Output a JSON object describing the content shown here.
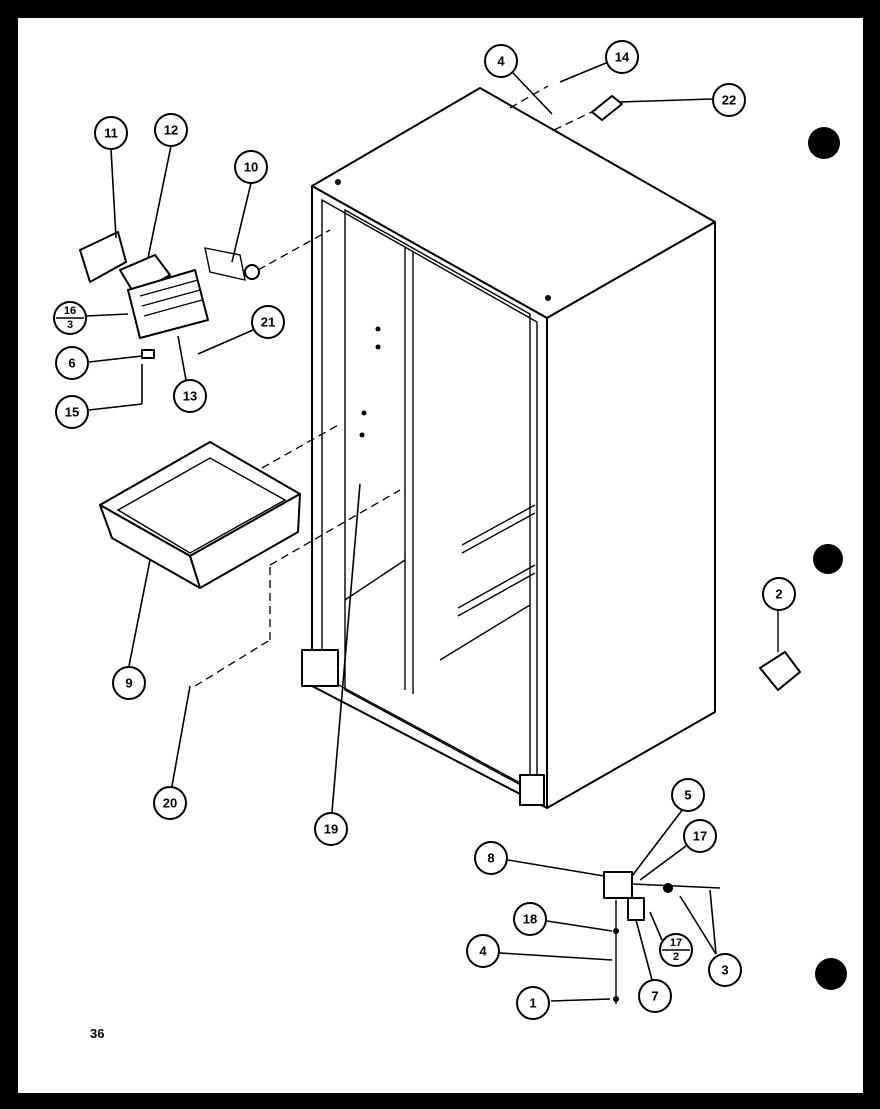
{
  "page_number": "36",
  "callouts": [
    {
      "label": "11"
    },
    {
      "label": "12"
    },
    {
      "label": "10"
    },
    {
      "label": "4"
    },
    {
      "label": "14"
    },
    {
      "label": "22"
    },
    {
      "label": "16"
    },
    {
      "label": "3"
    },
    {
      "label": "6"
    },
    {
      "label": "15"
    },
    {
      "label": "13"
    },
    {
      "label": "21"
    },
    {
      "label": "9"
    },
    {
      "label": "20"
    },
    {
      "label": "19"
    },
    {
      "label": "2"
    },
    {
      "label": "5"
    },
    {
      "label": "8"
    },
    {
      "label": "17"
    },
    {
      "label": "18"
    },
    {
      "label": "4"
    },
    {
      "label": "17"
    },
    {
      "label": "2"
    },
    {
      "label": "3"
    },
    {
      "label": "1"
    },
    {
      "label": "7"
    }
  ]
}
